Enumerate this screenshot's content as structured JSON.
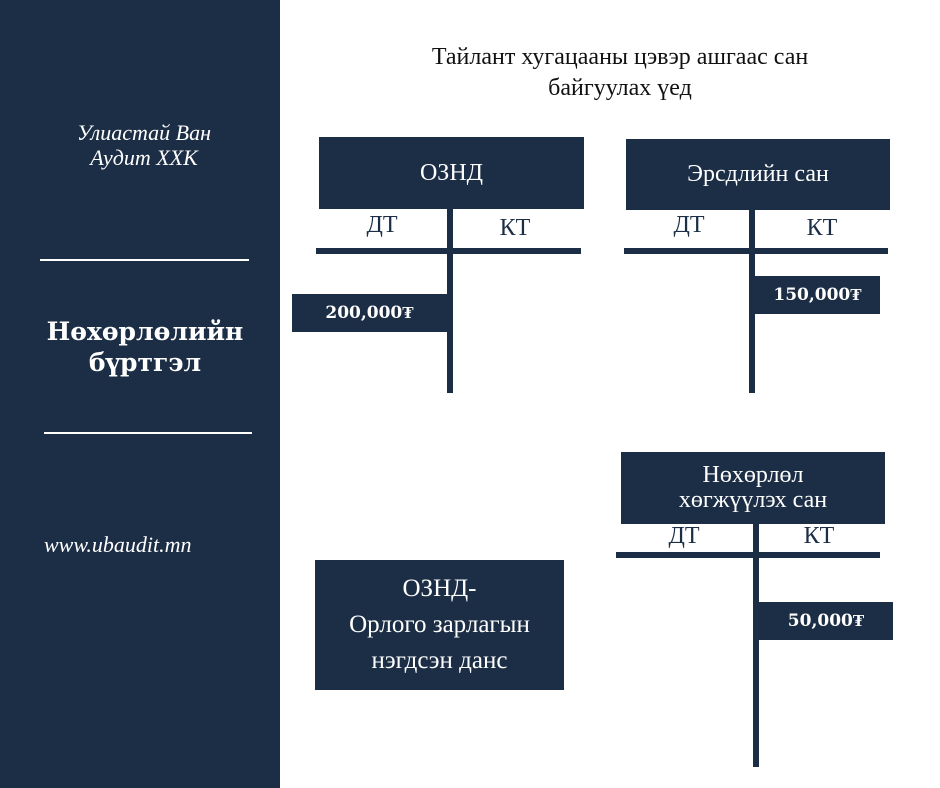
{
  "sidebar": {
    "company": "Улиастай Ван\nАудит ХХК",
    "title": "Нөхөрлөлийн\nбүртгэл",
    "website": "www.ubaudit.mn"
  },
  "main": {
    "title": "Тайлант хугацааны цэвэр ашгаас сан\nбайгуулах үед",
    "accounts": [
      {
        "name": "ОЗНД",
        "dt_label": "ДТ",
        "kt_label": "КТ",
        "dt_amount": "200,000₮"
      },
      {
        "name": "Эрсдлийн сан",
        "dt_label": "ДТ",
        "kt_label": "КТ",
        "kt_amount": "150,000₮"
      },
      {
        "name": "Нөхөрлөл\nхөгжүүлэх сан",
        "dt_label": "ДТ",
        "kt_label": "КТ",
        "kt_amount": "50,000₮"
      }
    ],
    "summary_box": "ОЗНД-\nОрлого зарлагын\nнэгдсэн данс"
  },
  "colors": {
    "navy": "#1c2e45",
    "white": "#ffffff"
  }
}
